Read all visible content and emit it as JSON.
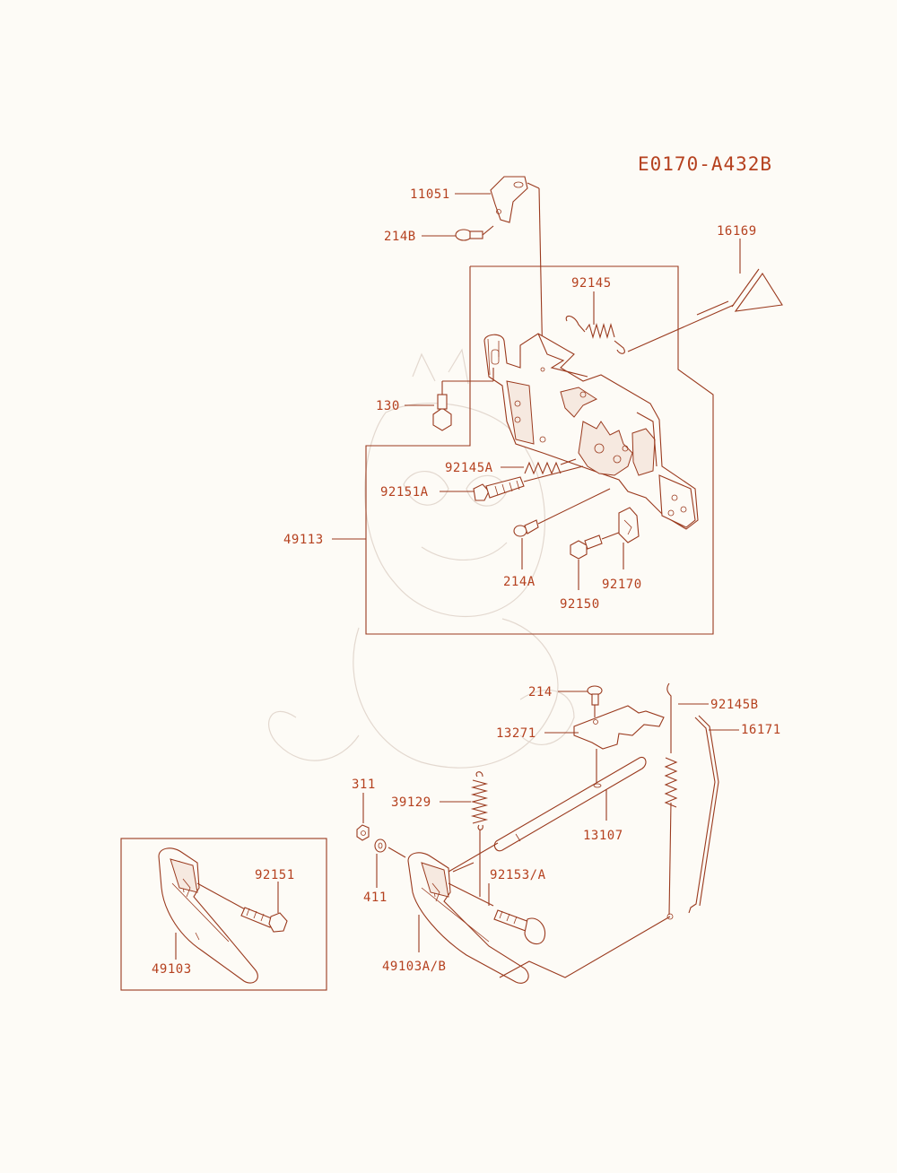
{
  "diagram_code": "E0170-A432B",
  "parts": {
    "p11051": "11051",
    "p214B": "214B",
    "p16169": "16169",
    "p92145": "92145",
    "p130": "130",
    "p92145A": "92145A",
    "p92151A": "92151A",
    "p49113": "49113",
    "p214A": "214A",
    "p92150": "92150",
    "p92170": "92170",
    "p214": "214",
    "p92145B": "92145B",
    "p16171": "16171",
    "p13271": "13271",
    "p311": "311",
    "p39129": "39129",
    "p13107": "13107",
    "p92151": "92151",
    "p92153A": "92153/A",
    "p411": "411",
    "p49103": "49103",
    "p49103AB": "49103A/B"
  },
  "colors": {
    "line": "#9a3a1e",
    "label": "#b5411f",
    "background": "#fdfbf6"
  }
}
